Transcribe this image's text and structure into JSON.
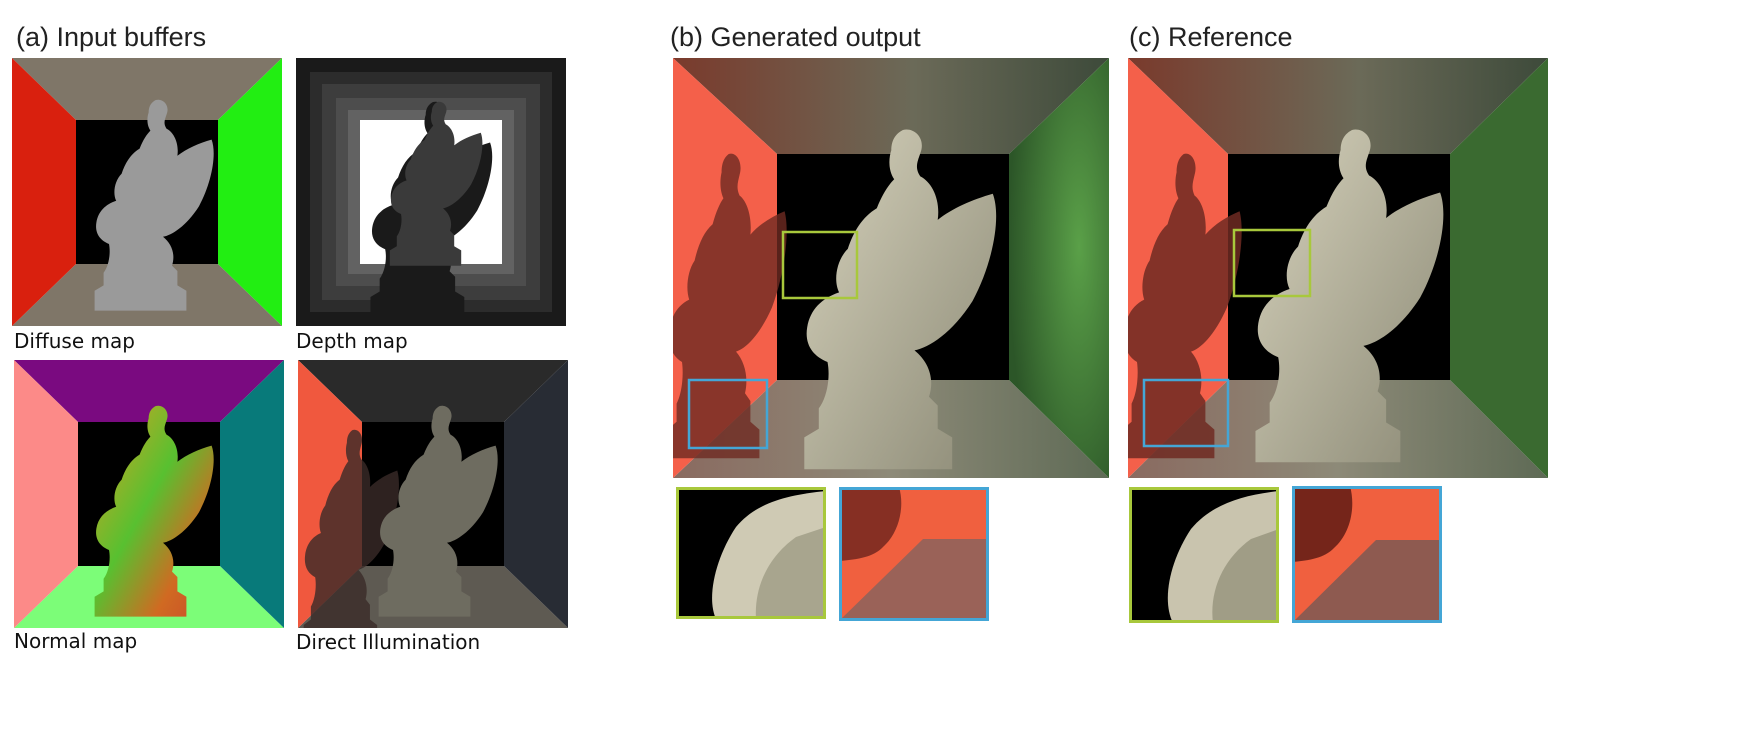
{
  "figure": {
    "panel_a": {
      "title": "(a) Input buffers",
      "buffers": [
        {
          "caption": "Diffuse map"
        },
        {
          "caption": "Depth map"
        },
        {
          "caption": "Normal map"
        },
        {
          "caption": "Direct Illumination"
        }
      ]
    },
    "panel_b": {
      "title": "(b) Generated output"
    },
    "panel_c": {
      "title": "(c) Reference"
    },
    "colors": {
      "zoom_box_green": "#a8c83c",
      "zoom_box_blue": "#44a6d6",
      "left_wall_red": "#f4604a",
      "right_wall_green": "#3f7a36"
    },
    "icons": [
      "statue-silhouette"
    ]
  }
}
